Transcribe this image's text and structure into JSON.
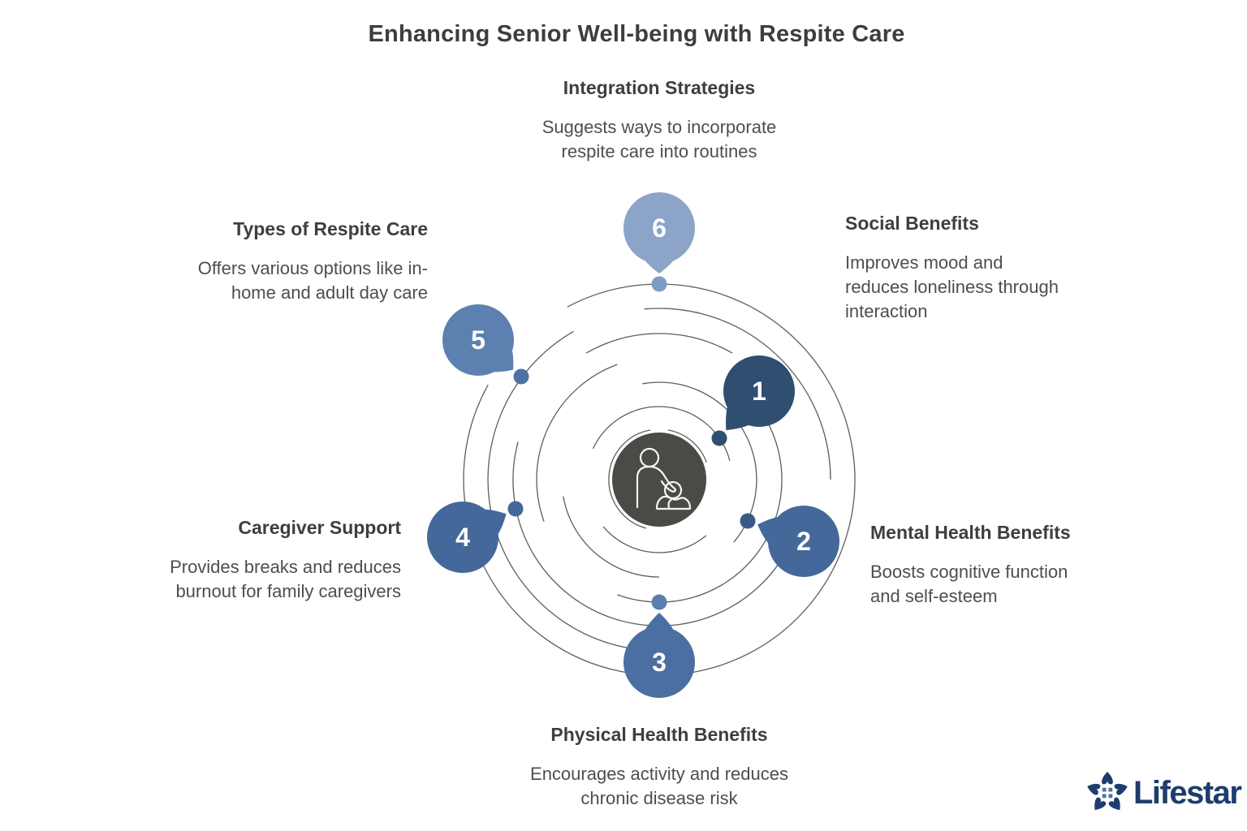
{
  "title": "Enhancing Senior Well-being with Respite Care",
  "center": {
    "icon": "caregiver-with-senior-icon",
    "circle_color": "#4a4a47",
    "icon_stroke_color": "#f5f5f3"
  },
  "spiral": {
    "line_color": "#5e5e5e"
  },
  "items": [
    {
      "number": "1",
      "title": "Social Benefits",
      "description": "Improves mood and\nreduces loneliness through\ninteraction",
      "bubble_color": "#2f4e70",
      "dot_color": "#2f4e70"
    },
    {
      "number": "2",
      "title": "Mental Health Benefits",
      "description": "Boosts cognitive function\nand self-esteem",
      "bubble_color": "#44689a",
      "dot_color": "#3a5a86"
    },
    {
      "number": "3",
      "title": "Physical Health Benefits",
      "description": "Encourages activity and reduces\nchronic disease risk",
      "bubble_color": "#4a6fa0",
      "dot_color": "#5b7ead"
    },
    {
      "number": "4",
      "title": "Caregiver Support",
      "description": "Provides breaks and reduces\nburnout for family caregivers",
      "bubble_color": "#44689a",
      "dot_color": "#44689a"
    },
    {
      "number": "5",
      "title": "Types of Respite Care",
      "description": "Offers various options like in-\nhome and adult day care",
      "bubble_color": "#5c80b0",
      "dot_color": "#4c72a4"
    },
    {
      "number": "6",
      "title": "Integration Strategies",
      "description": "Suggests ways to incorporate\nrespite care into routines",
      "bubble_color": "#8ba4c8",
      "dot_color": "#7e9cc3"
    }
  ],
  "brand": {
    "name": "Lifestar",
    "logo_icon": "star-flower-house-icon",
    "text_color": "#1e3c6d",
    "petal_color": "#1e3c6d",
    "window_color": "#4f74a4"
  }
}
